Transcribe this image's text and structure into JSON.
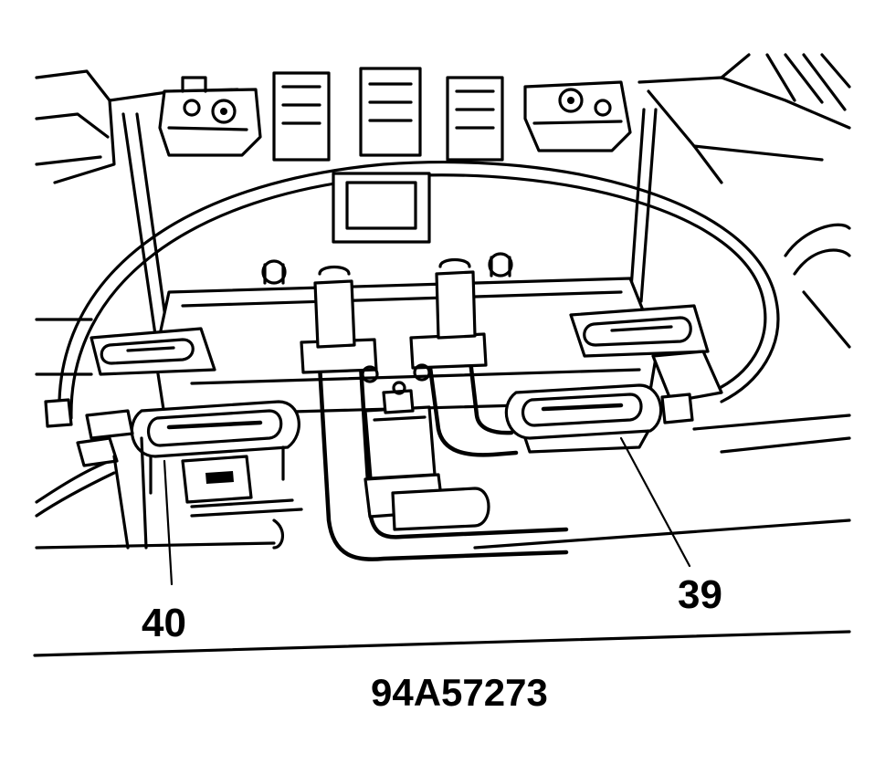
{
  "callouts": {
    "label_39": "39",
    "label_40": "40"
  },
  "figure_id": "94A57273",
  "colors": {
    "ink": "#000000",
    "paper": "#ffffff"
  }
}
